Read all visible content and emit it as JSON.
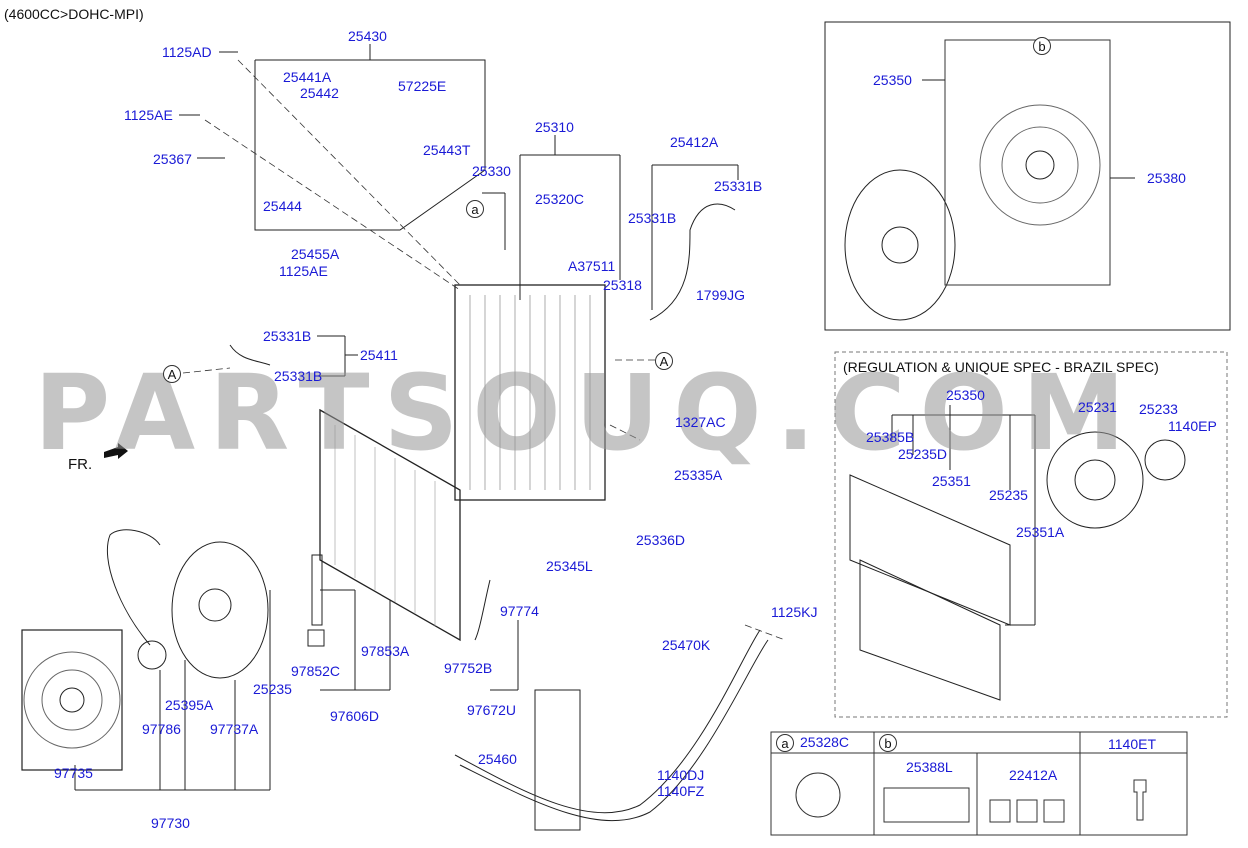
{
  "header": {
    "engine": "(4600CC>DOHC-MPI)"
  },
  "watermark": "PARTSOUQ.COM",
  "fr_label": "FR.",
  "brazil_title": "(REGULATION & UNIQUE SPEC - BRAZIL SPEC)",
  "circle_a": "a",
  "circle_b": "b",
  "circle_A": "A",
  "parts": {
    "p1125AD": "1125AD",
    "p25430": "25430",
    "p25441A": "25441A",
    "p57225E": "57225E",
    "p25442": "25442",
    "p1125AE_top": "1125AE",
    "p25443T": "25443T",
    "p25367": "25367",
    "p25444": "25444",
    "p25455A": "25455A",
    "p1125AE_b": "1125AE",
    "p25310": "25310",
    "p25330": "25330",
    "p25320C": "25320C",
    "pA37511": "A37511",
    "p25318": "25318",
    "p25412A": "25412A",
    "p25331B_r": "25331B",
    "p25331B_l": "25331B",
    "p1799JG": "1799JG",
    "p25331B_a": "25331B",
    "p25411": "25411",
    "p25331B_c": "25331B",
    "p1327AC": "1327AC",
    "p25335A": "25335A",
    "p25336D": "25336D",
    "p25345L": "25345L",
    "p97774": "97774",
    "p97853A": "97853A",
    "p97852C": "97852C",
    "p97606D": "97606D",
    "p97752B": "97752B",
    "p97672U": "97672U",
    "p25470K": "25470K",
    "p1125KJ": "1125KJ",
    "p25460": "25460",
    "p1140DJ": "1140DJ",
    "p1140FZ": "1140FZ",
    "p25395A": "25395A",
    "p25235_l": "25235",
    "p97786": "97786",
    "p97737A": "97737A",
    "p97735": "97735",
    "p97730": "97730",
    "p25350_top": "25350",
    "p25380": "25380",
    "p25350_br": "25350",
    "p25231": "25231",
    "p25233": "25233",
    "p1140EP": "1140EP",
    "p25385B": "25385B",
    "p25235D": "25235D",
    "p25351": "25351",
    "p25235_r": "25235",
    "p25351A": "25351A"
  },
  "table": {
    "col_a_letter": "a",
    "col_a_part": "25328C",
    "col_b_letter": "b",
    "col_b_part1": "25388L",
    "col_b_part2": "22412A",
    "col_c_part": "1140ET"
  }
}
